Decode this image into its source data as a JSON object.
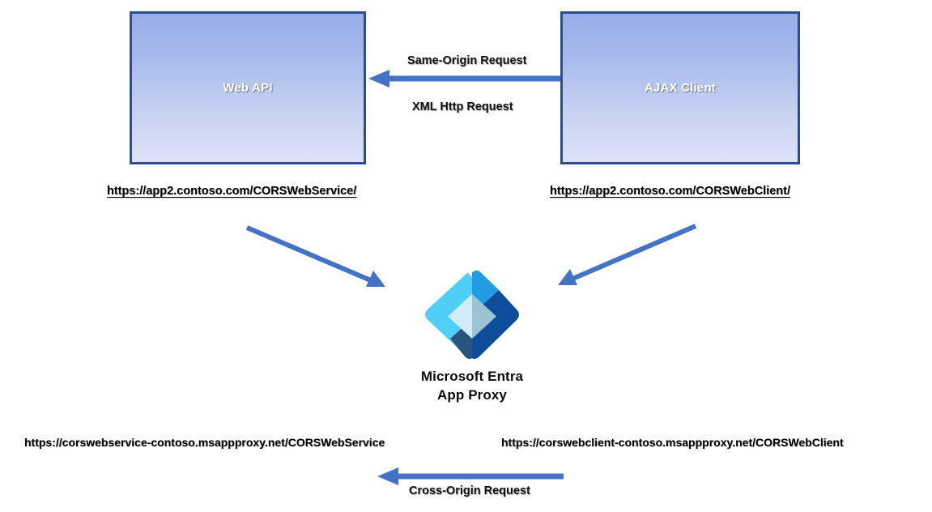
{
  "diagram": {
    "title": "Microsoft Entra Application Proxy CORS flow",
    "colors": {
      "arrow_blue": "#4472C4",
      "box_border": "#2E4D8C",
      "box_fill_top": "#97ADE8",
      "box_fill_bottom": "#DDE3F7",
      "entra_light_blue": "#50CFF5",
      "entra_mid_blue": "#1B9BE0",
      "entra_dark_blue": "#0F4B9B",
      "entra_navy": "#225080",
      "entra_pale": "#CFECF7",
      "entra_steel": "#9CC4D4"
    }
  },
  "boxes": [
    {
      "id": "web-api",
      "label": "Web API"
    },
    {
      "id": "ajax-client",
      "label": "AJAX Client"
    }
  ],
  "urls": {
    "web_api_direct": "https://app2.contoso.com/CORSWebService/",
    "ajax_client_direct": "https://app2.contoso.com/CORSWebClient/",
    "web_service_proxy": "https://corswebservice-contoso.msappproxy.net/CORSWebService",
    "web_client_proxy": "https://corswebclient-contoso.msappproxy.net/CORSWebClient"
  },
  "arrow_labels": {
    "same_origin": "Same-Origin Request",
    "xml_http": "XML Http Request",
    "cross_origin": "Cross-Origin Request"
  },
  "entra": {
    "logo_name": "microsoft-entra-logo",
    "caption_line1": "Microsoft Entra",
    "caption_line2": "App Proxy"
  }
}
